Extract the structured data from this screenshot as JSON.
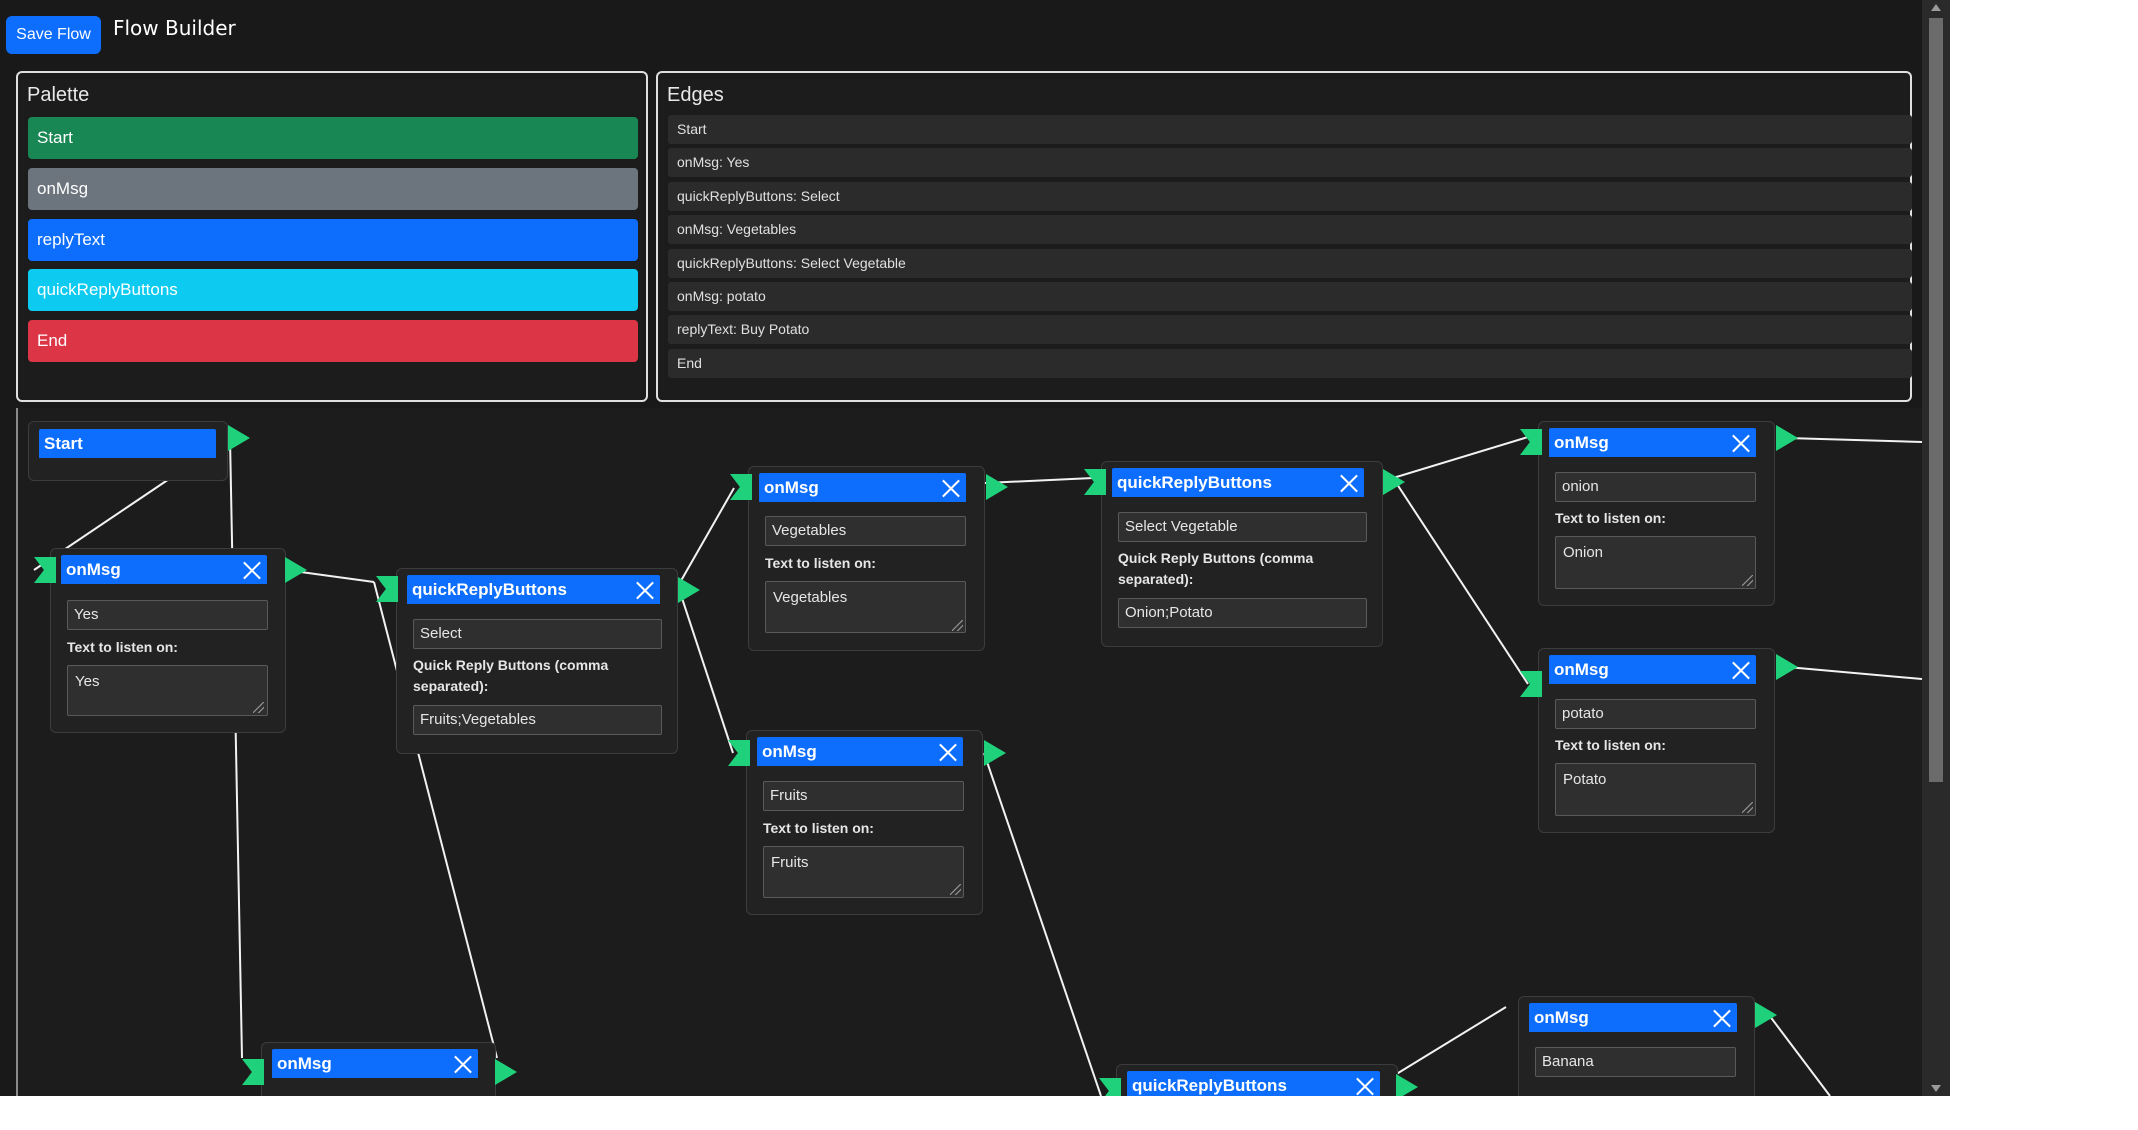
{
  "toolbar": {
    "save_label": "Save Flow",
    "title": "Flow Builder"
  },
  "palette": {
    "title": "Palette",
    "items": [
      {
        "label": "Start",
        "color": "#198754"
      },
      {
        "label": "onMsg",
        "color": "#6c757d"
      },
      {
        "label": "replyText",
        "color": "#0d6efd"
      },
      {
        "label": "quickReplyButtons",
        "color": "#0dcaf0"
      },
      {
        "label": "End",
        "color": "#dc3545"
      }
    ]
  },
  "edges": {
    "title": "Edges",
    "items": [
      "Start",
      "onMsg: Yes",
      "quickReplyButtons: Select",
      "onMsg: Vegetables",
      "quickReplyButtons: Select Vegetable",
      "onMsg: potato",
      "replyText: Buy Potato",
      "End"
    ]
  },
  "canvas": {
    "labels": {
      "listen": "Text to listen on:",
      "qr_buttons": "Quick Reply Buttons (comma separated):"
    },
    "nodes": {
      "start": {
        "title": "Start"
      },
      "msg_yes": {
        "title": "onMsg",
        "name": "Yes",
        "listen": "Yes"
      },
      "qr_select": {
        "title": "quickReplyButtons",
        "name": "Select",
        "buttons": "Fruits;Vegetables"
      },
      "msg_veg": {
        "title": "onMsg",
        "name": "Vegetables",
        "listen": "Vegetables"
      },
      "msg_fruits": {
        "title": "onMsg",
        "name": "Fruits",
        "listen": "Fruits"
      },
      "qr_selveg": {
        "title": "quickReplyButtons",
        "name": "Select Vegetable",
        "buttons": "Onion;Potato"
      },
      "msg_onion": {
        "title": "onMsg",
        "name": "onion",
        "listen": "Onion"
      },
      "msg_potato": {
        "title": "onMsg",
        "name": "potato",
        "listen": "Potato"
      },
      "msg_bottom": {
        "title": "onMsg"
      },
      "qr_bottom": {
        "title": "quickReplyButtons"
      },
      "msg_banana": {
        "title": "onMsg",
        "name": "Banana"
      }
    }
  },
  "colors": {
    "accent": "#0d6efd",
    "port": "#1fd17a",
    "background": "#191919"
  }
}
